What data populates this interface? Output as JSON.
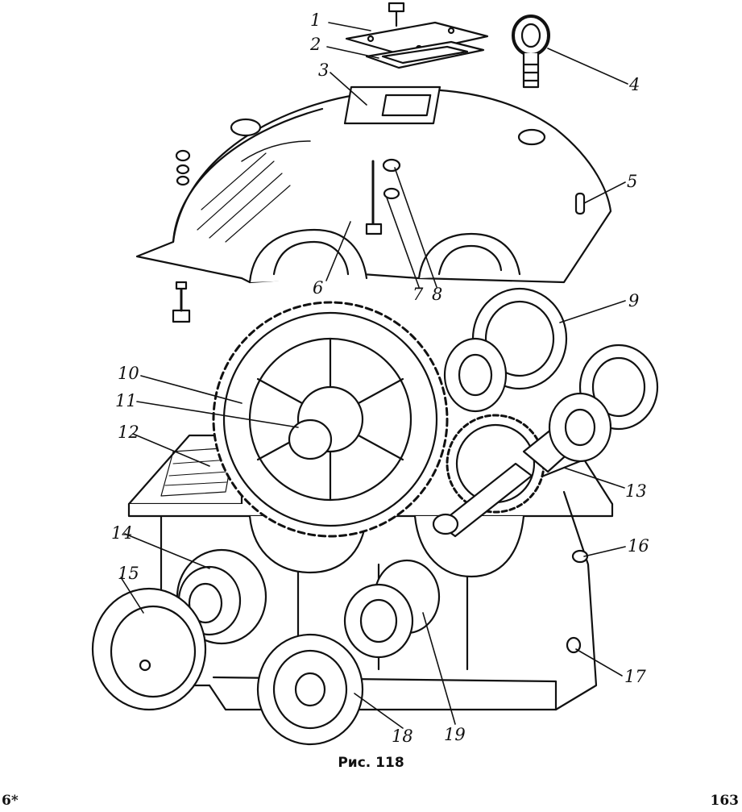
{
  "figure": {
    "caption": "Рис. 118",
    "footer_left": "6*",
    "page_number": "163"
  },
  "callouts": [
    "1",
    "2",
    "3",
    "4",
    "5",
    "6",
    "7",
    "8",
    "9",
    "10",
    "11",
    "12",
    "13",
    "14",
    "15",
    "16",
    "17",
    "18",
    "19"
  ]
}
